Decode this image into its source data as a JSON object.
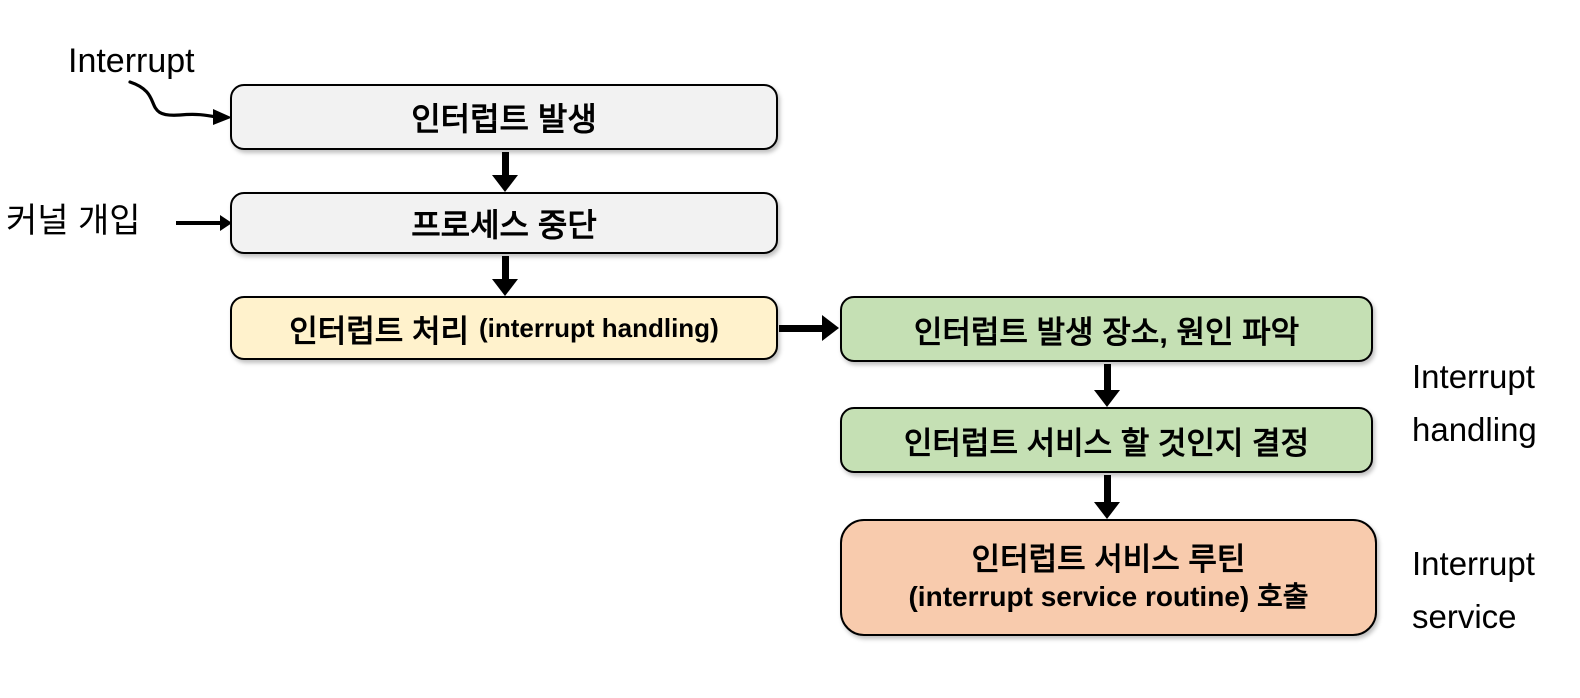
{
  "colors": {
    "bg": "#ffffff",
    "text": "#000000",
    "border": "#000000",
    "box_gray": "#f2f2f2",
    "box_yellow": "#fff2cc",
    "box_green": "#c5e0b4",
    "box_orange": "#f8cbad"
  },
  "labels": {
    "interrupt_pointer": "Interrupt",
    "kernel_entry": "커널 개입",
    "handling_line1": "Interrupt",
    "handling_line2": "handling",
    "service_line1": "Interrupt",
    "service_line2": "service"
  },
  "boxes": {
    "interrupt_occurs": "인터럽트 발생",
    "process_suspend": "프로세스 중단",
    "interrupt_handling_main": "인터럽트 처리",
    "interrupt_handling_sub": "(interrupt handling)",
    "identify_cause": "인터럽트 발생 장소, 원인 파악",
    "decide_service": "인터럽트 서비스 할 것인지 결정",
    "call_isr_line1": "인터럽트 서비스 루틴",
    "call_isr_line2": "(interrupt service routine) 호출"
  }
}
